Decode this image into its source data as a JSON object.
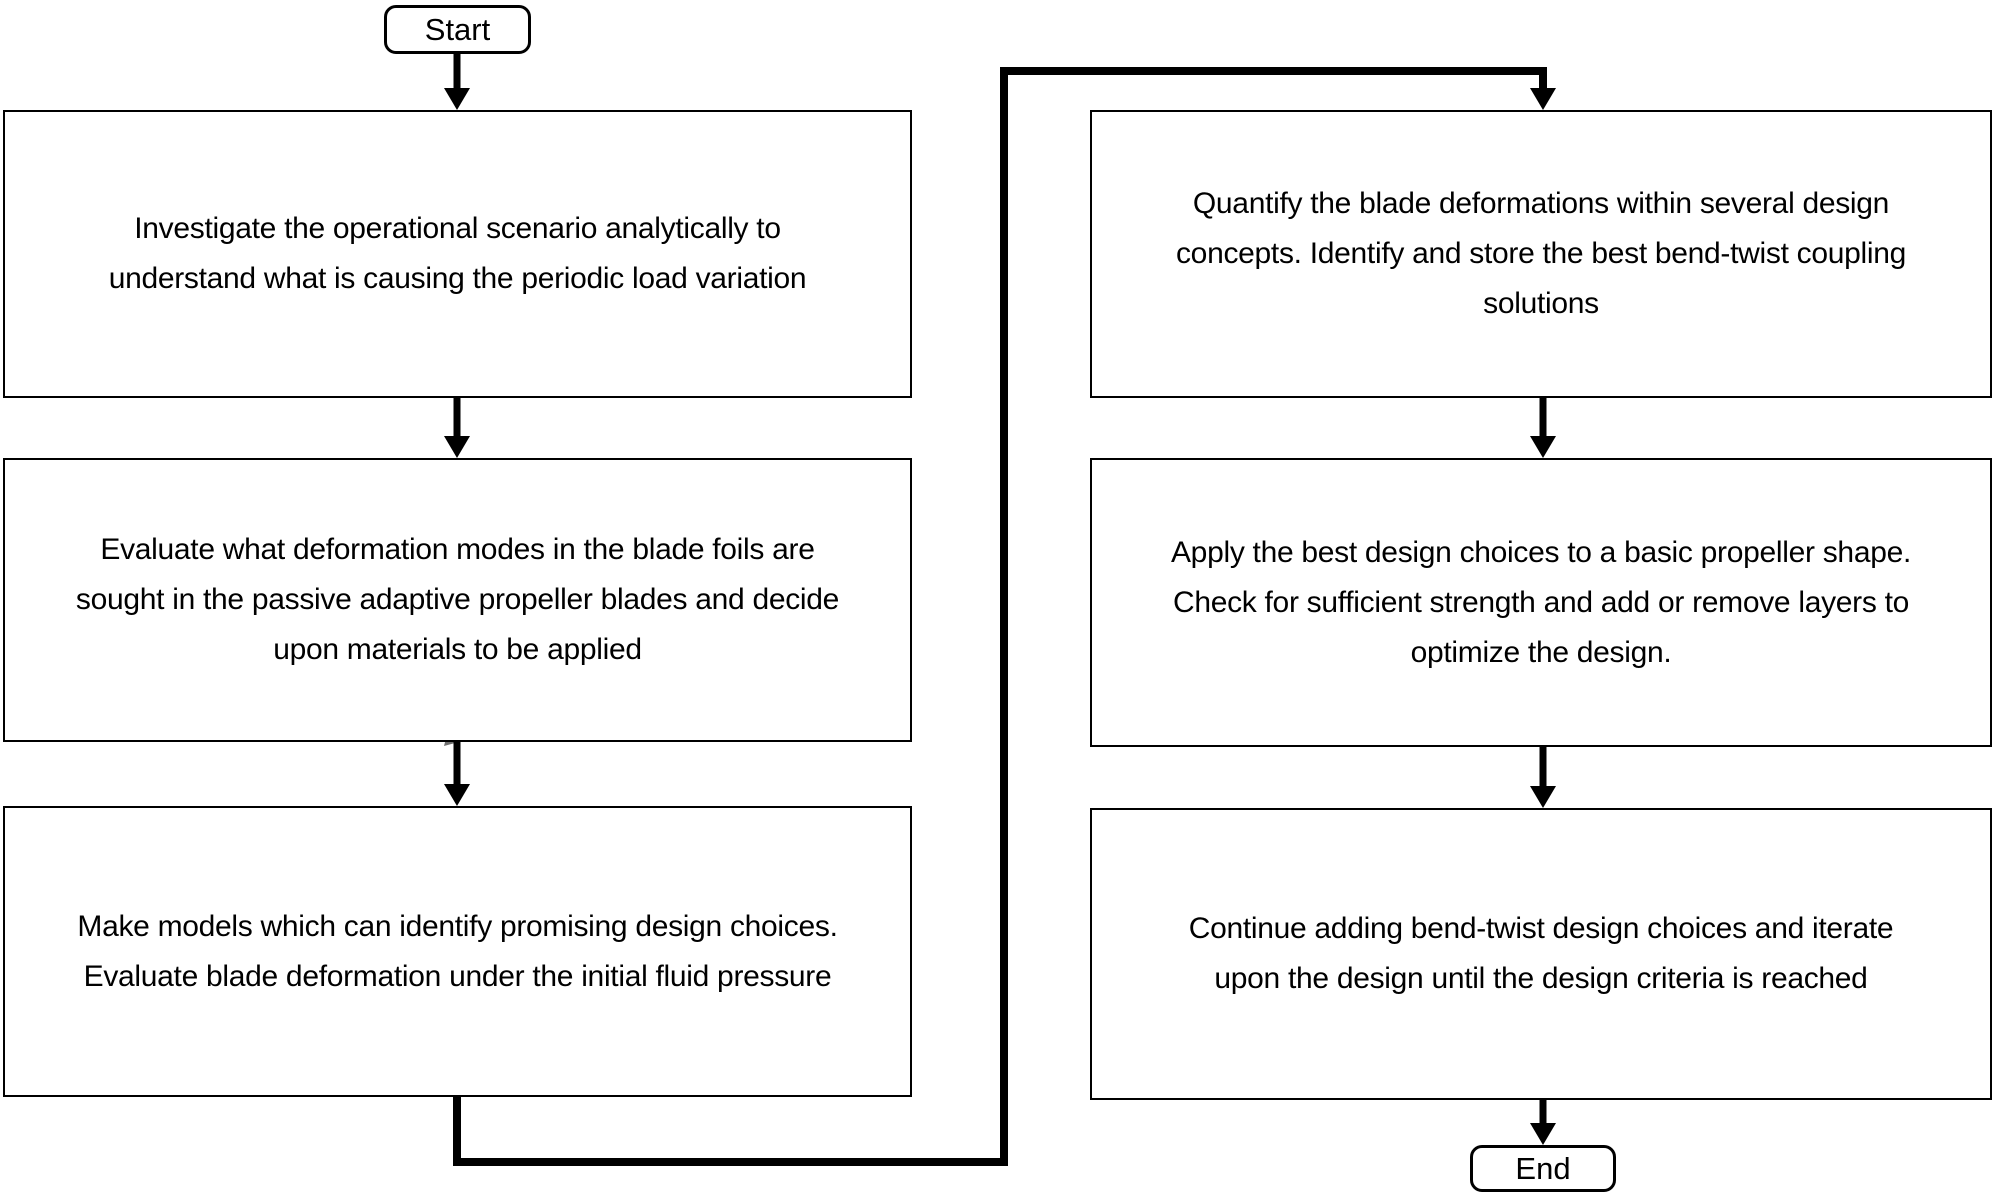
{
  "diagram": {
    "type": "flowchart",
    "start": {
      "label": "Start"
    },
    "end": {
      "label": "End"
    },
    "left_column": [
      {
        "id": "investigate-scenario",
        "text": "Investigate the operational scenario analytically to\nunderstand what is causing the periodic load variation"
      },
      {
        "id": "evaluate-deformation-modes",
        "text": "Evaluate what deformation modes in the blade foils are\nsought in the passive adaptive propeller blades and decide\nupon materials to be applied"
      },
      {
        "id": "make-models",
        "text": "Make models which can identify promising design choices.\nEvaluate blade deformation under the initial fluid pressure"
      }
    ],
    "right_column": [
      {
        "id": "quantify-deformations",
        "text": "Quantify the blade deformations within several design\nconcepts. Identify and store the best bend-twist coupling\nsolutions"
      },
      {
        "id": "apply-design-choices",
        "text": "Apply the best design choices to a basic propeller shape.\nCheck for sufficient strength and add or remove layers to\noptimize the design."
      },
      {
        "id": "continue-iterating",
        "text": "Continue adding bend-twist design choices and iterate\nupon the design until the design criteria is reached"
      }
    ],
    "colors": {
      "line": "#000000",
      "box_fill": "#ffffff",
      "text": "#000000",
      "artifact_gray": "#6f6f6f"
    }
  }
}
